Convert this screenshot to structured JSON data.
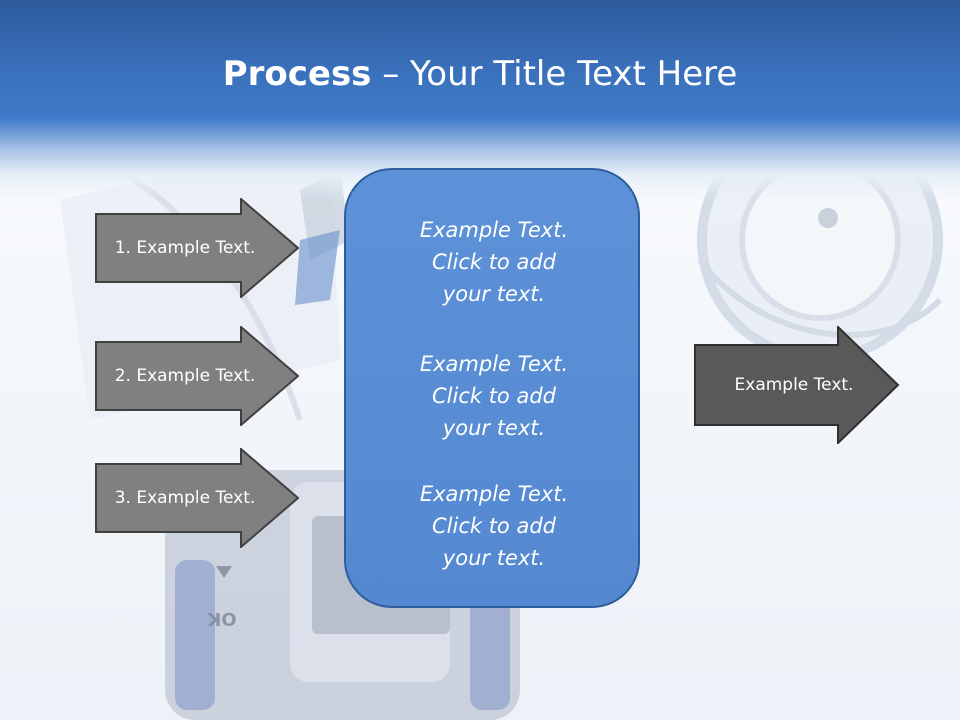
{
  "title": {
    "bold": "Process",
    "rest": " – Your Title Text Here"
  },
  "arrows_left": [
    {
      "label": "1. Example Text."
    },
    {
      "label": "2. Example Text."
    },
    {
      "label": "3. Example Text."
    }
  ],
  "arrow_right": {
    "label": "Example Text."
  },
  "panel": {
    "blocks": [
      {
        "lines": [
          "Example Text.",
          "Click  to add",
          "your text."
        ]
      },
      {
        "lines": [
          "Example Text.",
          "Click  to add",
          "your text."
        ]
      },
      {
        "lines": [
          "Example Text.",
          "Click  to add",
          "your text."
        ]
      }
    ]
  },
  "background_art": {
    "device_label": "OK"
  },
  "colors": {
    "header": "#3a70bb",
    "arrow_gray": "#808080",
    "arrow_dark": "#595959",
    "panel_blue": "#5b8fd6",
    "panel_border": "#2f5e9e"
  }
}
